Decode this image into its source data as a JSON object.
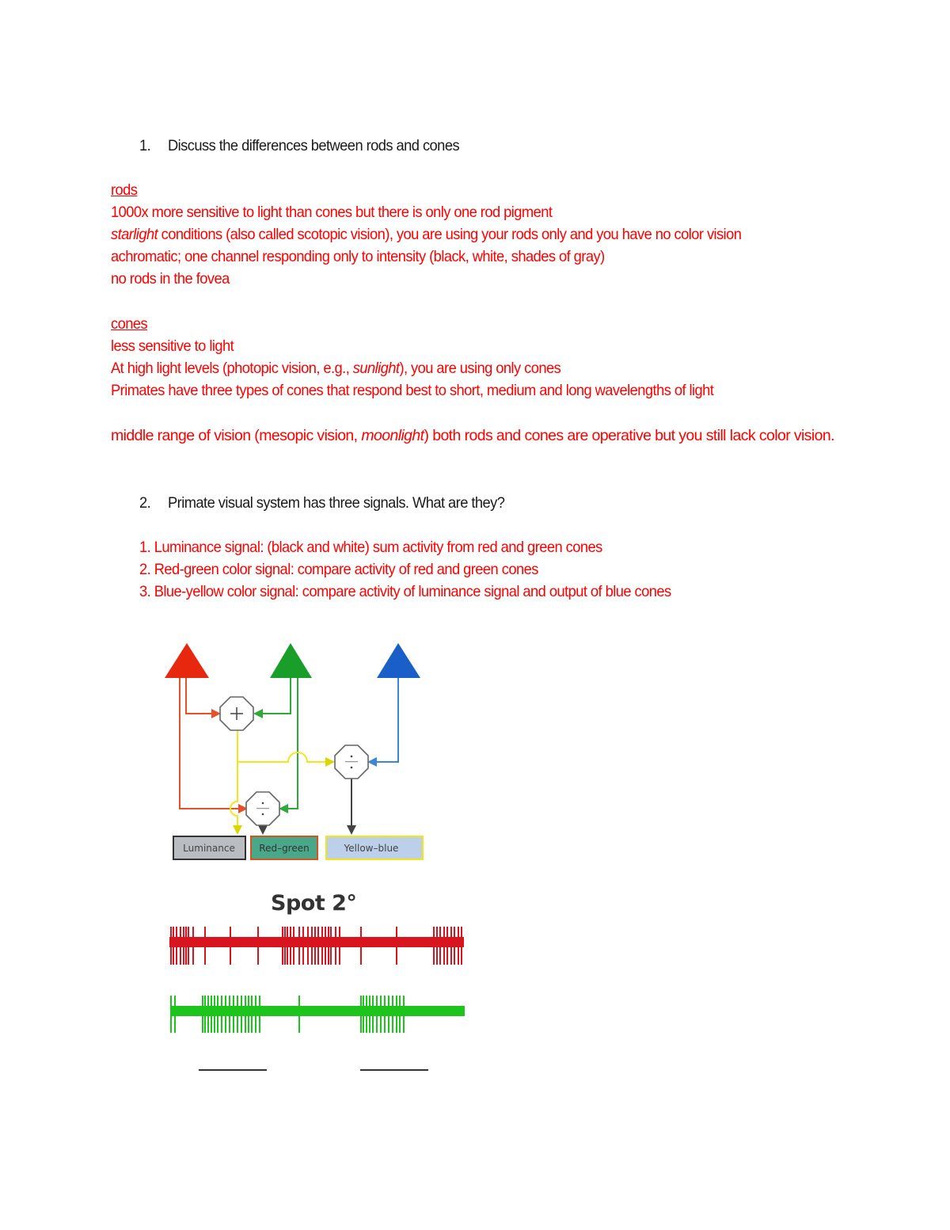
{
  "question1": {
    "number": "1.",
    "prompt": "Discuss the differences between rods and cones"
  },
  "rods": {
    "heading": "rods",
    "lines": [
      {
        "pre": "",
        "em": "",
        "post": "1000x more sensitive to light than cones but there is only one rod pigment"
      },
      {
        "pre": "",
        "em": "starlight",
        "post": " conditions (also called scotopic vision), you are using your rods only and you have no color vision"
      },
      {
        "pre": "",
        "em": "",
        "post": "achromatic; one channel responding only to intensity (black, white, shades of gray)"
      },
      {
        "pre": "",
        "em": "",
        "post": "no rods in the fovea"
      }
    ]
  },
  "cones": {
    "heading": "cones",
    "lines": [
      {
        "pre": "less sensitive to light",
        "em": "",
        "post": ""
      },
      {
        "pre": "At high light levels (photopic vision, e.g., ",
        "em": "sunlight",
        "post": "), you are using only cones"
      },
      {
        "pre": "Primates have three types of cones that respond best to short, medium and long wavelengths of light",
        "em": "",
        "post": ""
      }
    ]
  },
  "mesopic": {
    "pre": "middle range of vision (mesopic vision, ",
    "em": "moonlight",
    "post": ") both rods and cones are operative but you still lack color vision."
  },
  "question2": {
    "number": "2.",
    "prompt": "Primate visual system has three signals. What are they?"
  },
  "signals": [
    "1. Luminance signal: (black and white) sum activity from red and green cones",
    "2. Red-green color signal: compare activity of red and green cones",
    "3. Blue-yellow color signal: compare activity of luminance signal and output of blue cones"
  ],
  "diagram": {
    "cones": [
      {
        "name": "red-cone",
        "color": "#e8280e"
      },
      {
        "name": "green-cone",
        "color": "#1a9e2a"
      },
      {
        "name": "blue-cone",
        "color": "#1a5fc8"
      }
    ],
    "operators": {
      "sum": "+",
      "divide": "÷"
    },
    "outputs": [
      {
        "label": "Luminance",
        "fill": "#b9bcc0",
        "border": "#333333"
      },
      {
        "label": "Red–green",
        "fill": "#4aa88a",
        "border": "#d8541e"
      },
      {
        "label": "Yellow–blue",
        "fill": "#bcd0ea",
        "border": "#f2e61a"
      }
    ],
    "line_colors": {
      "red": "#e8502a",
      "green": "#2faa3a",
      "blue": "#3c86d8",
      "yellow": "#f2e620",
      "gray": "#444444"
    }
  },
  "spike_figure": {
    "title": "Spot 2°",
    "traces": [
      {
        "name": "red-trace",
        "color": "#d8141e"
      },
      {
        "name": "green-trace",
        "color": "#1cc41c"
      }
    ]
  },
  "answer_blanks": 2
}
